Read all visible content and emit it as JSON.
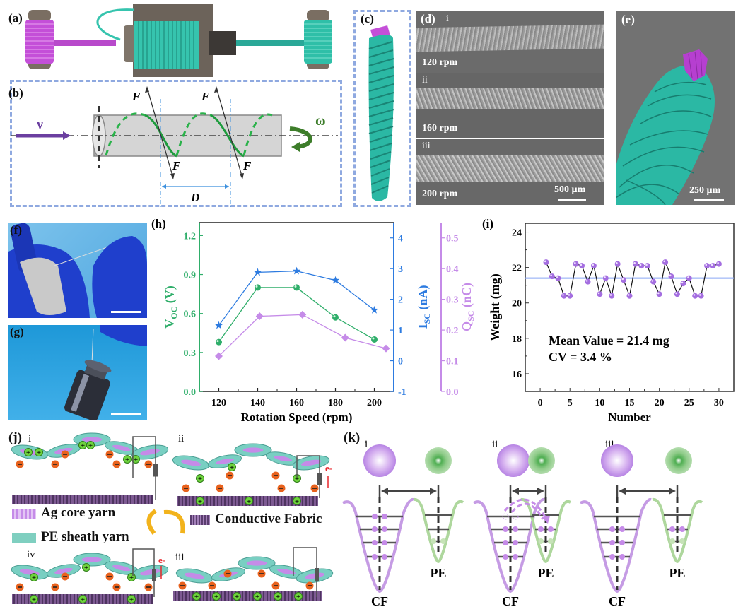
{
  "figure": {
    "panel_labels": {
      "a": "(a)",
      "b": "(b)",
      "c": "(c)",
      "d": "(d)",
      "e": "(e)",
      "f": "(f)",
      "g": "(g)",
      "h": "(h)",
      "i": "(i)",
      "j": "(j)",
      "k": "(k)"
    },
    "panel_b": {
      "velocity_symbol": "ν",
      "omega_symbol": "ω",
      "force_symbol": "F",
      "pitch_symbol": "D"
    },
    "panel_d": {
      "sub_labels": [
        "i",
        "ii",
        "iii"
      ],
      "speed_labels": [
        "120 rpm",
        "160 rpm",
        "200 rpm"
      ],
      "scale_bar": "500 µm"
    },
    "panel_e": {
      "scale_bar": "250 µm"
    },
    "panel_j": {
      "sub_labels": [
        "i",
        "ii",
        "iii",
        "iv"
      ],
      "legend": {
        "ag_core": "Ag core yarn",
        "pe_sheath": "PE sheath yarn",
        "fabric": "Conductive Fabric"
      },
      "electron": "e",
      "electron_sup": "-"
    },
    "panel_k": {
      "sub_labels": [
        "i",
        "ii",
        "iii"
      ],
      "cf_label": "CF",
      "pe_label": "PE"
    },
    "colors": {
      "voc": "#2fae6a",
      "isc": "#2d7be0",
      "qsc": "#c58be8",
      "weight_points": "#a46ee0",
      "mean_line": "#8aa6f5",
      "dash_border": "#8fa9e0",
      "teal": "#2fbfa8",
      "magenta": "#c44fd8"
    }
  },
  "chart_data": [
    {
      "type": "line",
      "panel": "(h)",
      "title": "",
      "xlabel": "Rotation Speed (rpm)",
      "x": [
        120,
        140,
        160,
        180,
        200
      ],
      "xlim": [
        110,
        210
      ],
      "xticks": [
        "120",
        "140",
        "160",
        "180",
        "200"
      ],
      "series": [
        {
          "name": "VOC",
          "axis": "left",
          "ylabel": "VOC (V)",
          "ylabel_main": "V",
          "ylabel_sub": "OC",
          "ylabel_unit": " (V)",
          "marker": "circle",
          "x": [
            120,
            140,
            160,
            180,
            200
          ],
          "values": [
            0.38,
            0.8,
            0.8,
            0.57,
            0.4
          ],
          "ylim": [
            0,
            1.3
          ],
          "yticks": [
            "0.0",
            "0.3",
            "0.6",
            "0.9",
            "1.2"
          ]
        },
        {
          "name": "ISC",
          "axis": "right1",
          "ylabel": "ISC (nA)",
          "ylabel_main": "I",
          "ylabel_sub": "SC",
          "ylabel_unit": " (nA)",
          "marker": "star",
          "x": [
            120,
            140,
            160,
            180,
            200
          ],
          "values": [
            1.15,
            2.88,
            2.92,
            2.62,
            1.65
          ],
          "ylim": [
            -1,
            4.5
          ],
          "yticks": [
            "-1",
            "0",
            "1",
            "2",
            "3",
            "4"
          ]
        },
        {
          "name": "QSC",
          "axis": "right2",
          "ylabel": "QSC (nC)",
          "ylabel_main": "Q",
          "ylabel_sub": "SC",
          "ylabel_unit": " (nC)",
          "marker": "diamond",
          "x": [
            120,
            141,
            163,
            185,
            206
          ],
          "values": [
            0.115,
            0.245,
            0.25,
            0.175,
            0.14
          ],
          "ylim": [
            0,
            0.55
          ],
          "yticks": [
            "0.0",
            "0.1",
            "0.2",
            "0.3",
            "0.4",
            "0.5"
          ]
        }
      ],
      "grid": false
    },
    {
      "type": "line",
      "panel": "(i)",
      "title": "",
      "xlabel": "Number",
      "ylabel": "Weight (mg)",
      "x": [
        1,
        2,
        3,
        4,
        5,
        6,
        7,
        8,
        9,
        10,
        11,
        12,
        13,
        14,
        15,
        16,
        17,
        18,
        19,
        20,
        21,
        22,
        23,
        24,
        25,
        26,
        27,
        28,
        29,
        30
      ],
      "values": [
        22.3,
        21.5,
        21.4,
        20.4,
        20.4,
        22.2,
        22.1,
        21.2,
        22.1,
        20.5,
        21.4,
        20.4,
        22.2,
        21.3,
        20.4,
        22.2,
        22.1,
        22.1,
        21.2,
        20.5,
        22.3,
        21.5,
        20.5,
        21.1,
        21.4,
        20.4,
        20.4,
        22.1,
        22.1,
        22.2
      ],
      "xlim": [
        -2.5,
        32.5
      ],
      "ylim": [
        15,
        24.5
      ],
      "xticks": [
        "0",
        "5",
        "10",
        "15",
        "20",
        "25",
        "30"
      ],
      "yticks": [
        "16",
        "18",
        "20",
        "22",
        "24"
      ],
      "mean_line": 21.4,
      "annotations": [
        "Mean Value = 21.4 mg",
        "CV = 3.4 %"
      ],
      "grid": false
    }
  ]
}
